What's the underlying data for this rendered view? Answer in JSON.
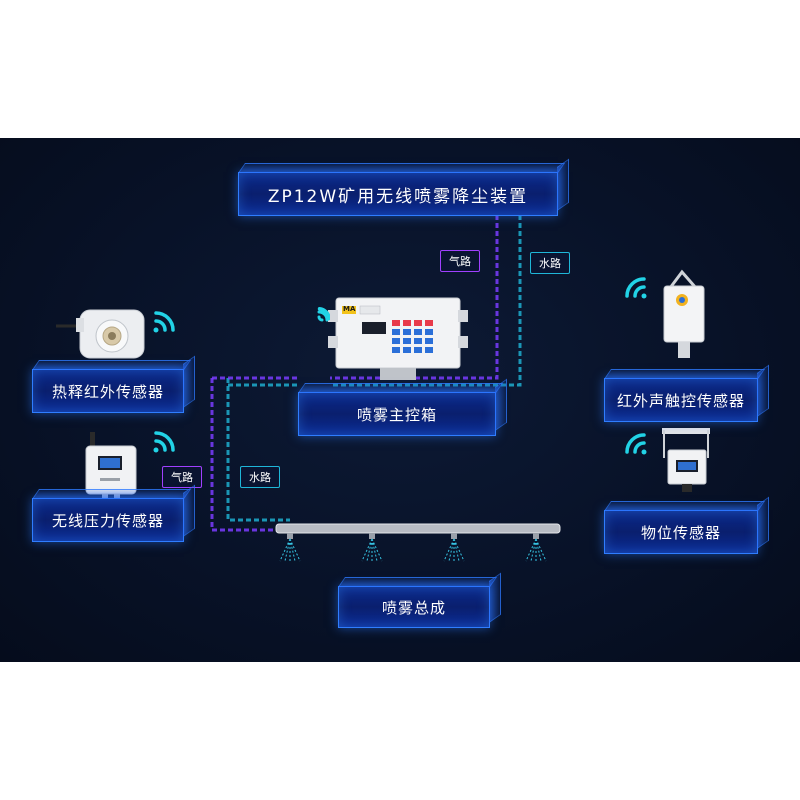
{
  "title": "ZP12W矿用无线喷雾降尘装置",
  "labels": {
    "pyro_sensor": "热释红外传感器",
    "pressure_sensor": "无线压力传感器",
    "main_box": "喷雾主控箱",
    "ir_touch_sensor": "红外声触控传感器",
    "level_sensor": "物位传感器",
    "spray_assembly": "喷雾总成"
  },
  "paths": {
    "air_top": "气路",
    "water_top": "水路",
    "air_left": "气路",
    "water_left": "水路"
  },
  "device_marks": {
    "ma_logo": "MA"
  },
  "colors": {
    "background": "#081228",
    "box_fill": "#0a1f6e",
    "box_border": "#2f7dff",
    "air_line": "#a040ff",
    "water_line": "#1fb6d8",
    "wifi": "#22d3e6"
  }
}
